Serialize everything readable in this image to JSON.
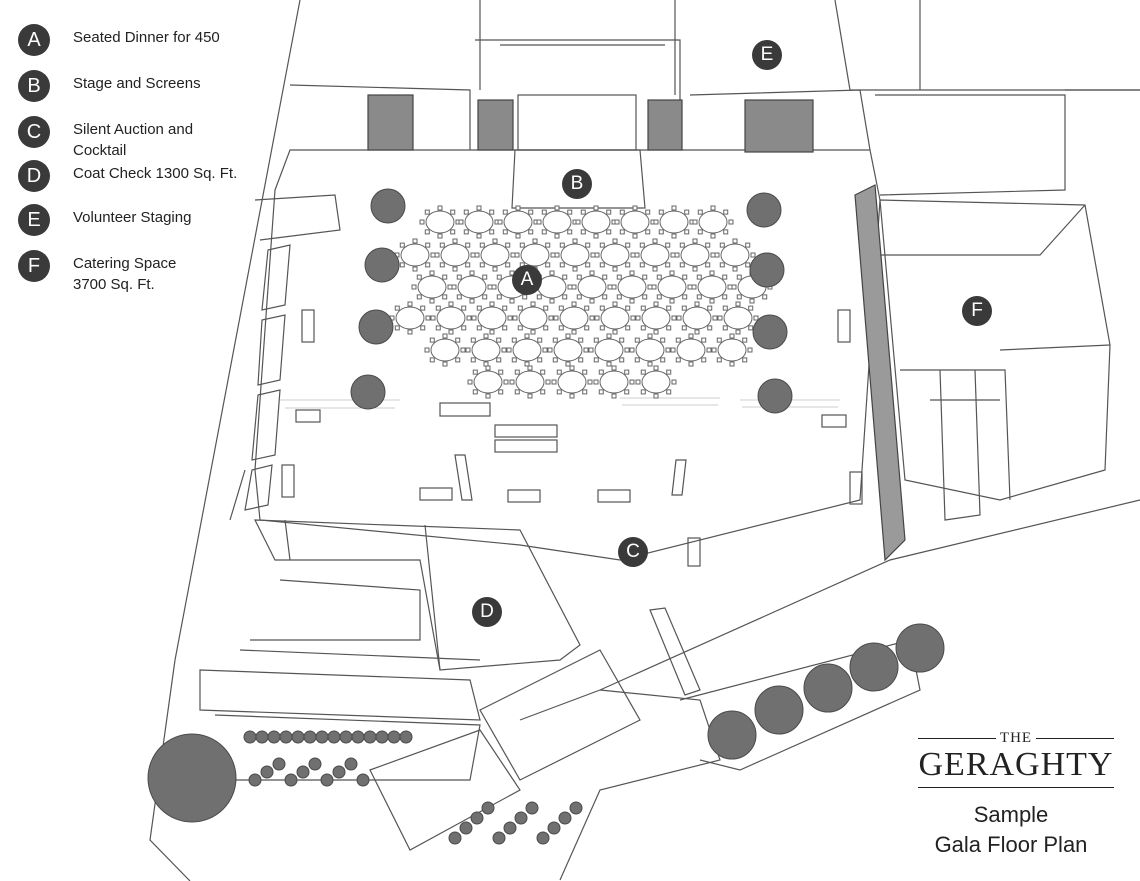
{
  "legend": {
    "items": [
      {
        "letter": "A",
        "label": "Seated Dinner for 450"
      },
      {
        "letter": "B",
        "label": "Stage and Screens"
      },
      {
        "letter": "C",
        "label": "Silent Auction and\nCocktail"
      },
      {
        "letter": "D",
        "label": "Coat Check 1300 Sq. Ft."
      },
      {
        "letter": "E",
        "label": "Volunteer Staging"
      },
      {
        "letter": "F",
        "label": "Catering Space\n3700 Sq. Ft."
      }
    ]
  },
  "markers": {
    "A": "A",
    "B": "B",
    "C": "C",
    "D": "D",
    "E": "E",
    "F": "F"
  },
  "brand": {
    "the": "THE",
    "name": "GERAGHTY"
  },
  "caption": {
    "line1": "Sample",
    "line2": "Gala Floor Plan"
  },
  "colors": {
    "badge": "#3a3a3a",
    "line": "#555555",
    "tree": "#6e6e6e"
  }
}
